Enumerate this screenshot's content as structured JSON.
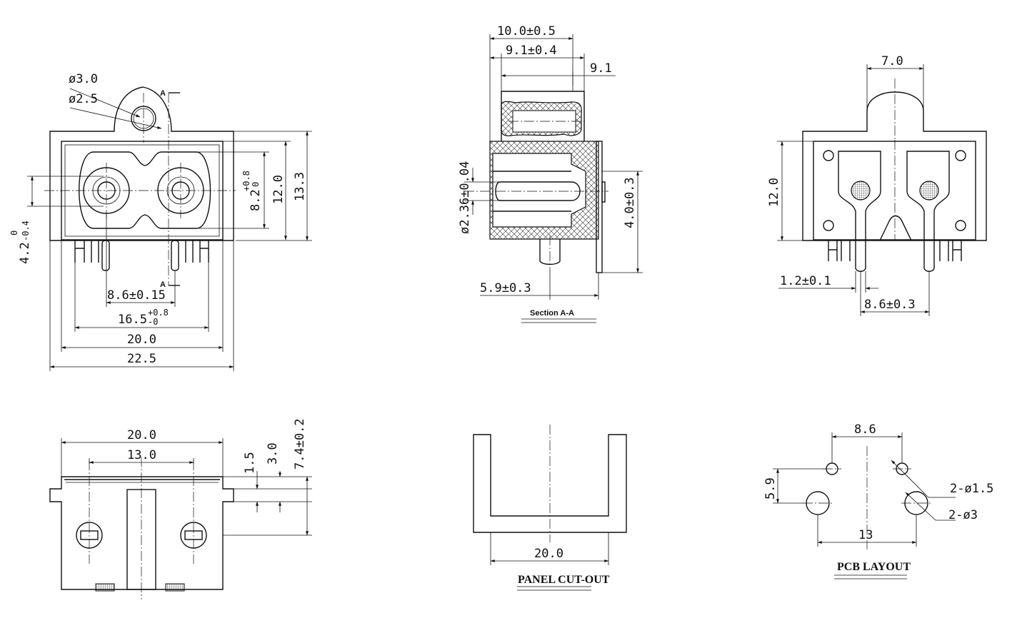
{
  "front_view": {
    "dia_outer": "ø3.0",
    "dia_inner": "ø2.5",
    "section_mark_top": "A",
    "section_mark_bottom": "A",
    "dim_height_outer": "13.3",
    "dim_height_inner": "12.0",
    "dim_hole_height_main": "8.2",
    "dim_hole_height_tol_upper": "+0.8",
    "dim_hole_height_tol_lower": "0",
    "dim_left_main": "4.2",
    "dim_left_tol_upper": "0",
    "dim_left_tol_lower": "-0.4",
    "dim_pin_pitch": "8.6±0.15",
    "dim_pin_span_main": "16.5",
    "dim_pin_span_tol_upper": "+0.8",
    "dim_pin_span_tol_lower": "-0",
    "dim_width_inner": "20.0",
    "dim_width_outer": "22.5"
  },
  "section_view": {
    "dim_total_depth": "10.0±0.5",
    "dim_depth": "9.1±0.4",
    "dim_body": "9.1",
    "dim_pin_dia": "ø2.36±0.04",
    "dim_flange": "4.0±0.3",
    "dim_offset": "5.9±0.3",
    "caption": "Section A-A"
  },
  "rear_view": {
    "dim_width": "7.0",
    "dim_height": "12.0",
    "dim_pin_thickness": "1.2±0.1",
    "dim_pin_pitch": "8.6±0.3"
  },
  "bottom_view": {
    "dim_width": "20.0",
    "dim_hole_pitch": "13.0",
    "dim_a": "1.5",
    "dim_b": "3.0",
    "dim_c": "7.4±0.2"
  },
  "panel_cutout": {
    "dim_width": "20.0",
    "caption": "PANEL CUT-OUT"
  },
  "pcb_layout": {
    "dim_small_pitch": "8.6",
    "dim_offset": "5.9",
    "dim_large_pitch": "13",
    "note_small_holes": "2-ø1.5",
    "note_large_holes": "2-ø3",
    "caption": "PCB LAYOUT"
  }
}
